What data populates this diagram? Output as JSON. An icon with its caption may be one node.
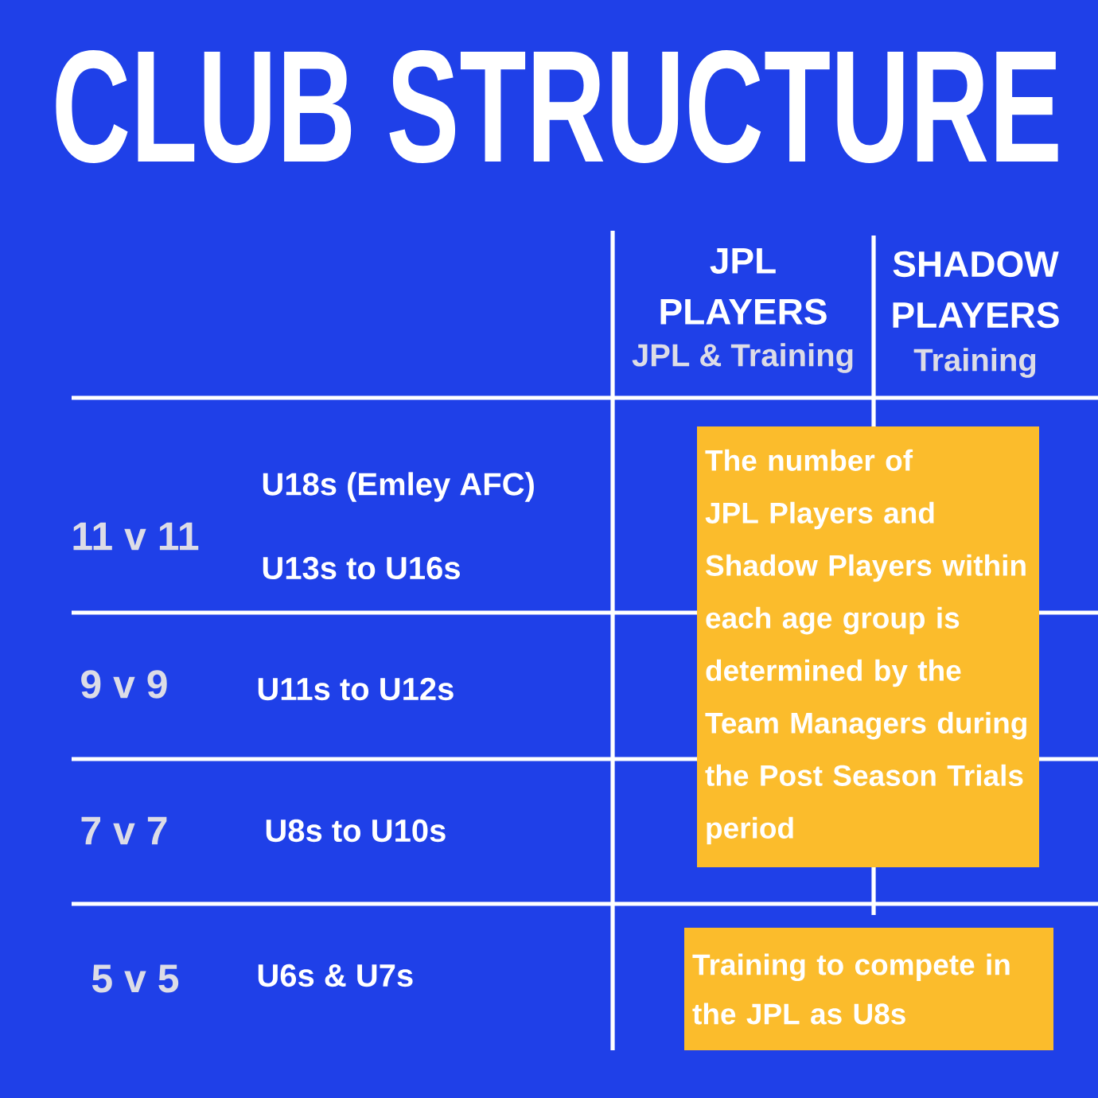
{
  "diagram": {
    "title": "CLUB STRUCTURE",
    "nodes": [
      {
        "text": [
          "The number of JPL Players and Shadow Players within each age group is determined by the Team Managers during the Post Season Trials period"
        ]
      },
      {
        "text": [
          "Training to compete in the JPL as U8s"
        ]
      }
    ],
    "labels": [
      "JPL PLAYERS",
      "SHADOW PLAYERS",
      "JPL & Training",
      "Training",
      "11 v 11",
      "U18s (Emley AFC)",
      "U13s to U16s",
      "9 v 9",
      "U11s to U12s",
      "7 v 7",
      "U8s to U10s",
      "5 v 5",
      "U6s & U7s"
    ]
  }
}
